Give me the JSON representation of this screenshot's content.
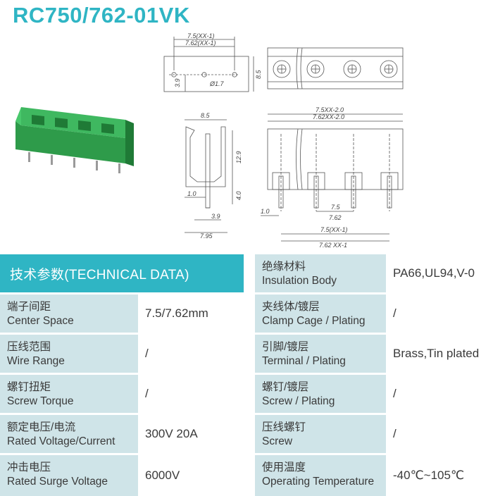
{
  "title": "RC750/762-01VK",
  "drawing_labels": {
    "top_pitch_a": "7.5(XX-1)",
    "top_pitch_b": "7.62(XX-1)",
    "top_hole_dia": "Ø1.7",
    "top_hole_offset": "3.9",
    "top_height": "8.5",
    "side_width": "8.5",
    "side_height": "12.9",
    "side_pin": "4.0",
    "side_pin_dia": "1.0",
    "side_offset": "3.9",
    "side_base": "7.95",
    "front_total_a": "7.5XX-2.0",
    "front_total_b": "7.62XX-2.0",
    "front_pin_dia": "1.0",
    "front_pitch_a": "7.5",
    "front_pitch_b": "7.62",
    "front_bottom_a": "7.5(XX-1)",
    "front_bottom_b": "7.62 XX-1"
  },
  "colors": {
    "accent": "#2fb5c4",
    "label_bg": "#cfe4e8",
    "connector_green": "#2e9b4a"
  },
  "spec": {
    "header": "技术参数(TECHNICAL DATA)",
    "left_rows": [
      {
        "cn": "端子间距",
        "en": "Center Space",
        "value": "7.5/7.62mm"
      },
      {
        "cn": "压线范围",
        "en": "Wire Range",
        "value": "/"
      },
      {
        "cn": "螺钉扭矩",
        "en": "Screw Torque",
        "value": "/"
      },
      {
        "cn": "额定电压/电流",
        "en": "Rated Voltage/Current",
        "value": "300V 20A"
      },
      {
        "cn": "冲击电压",
        "en": "Rated Surge Voltage",
        "value": "6000V"
      }
    ],
    "right_rows": [
      {
        "cn": "绝缘材料",
        "en": "Insulation Body",
        "value": "PA66,UL94,V-0"
      },
      {
        "cn": "夹线体/镀层",
        "en": "Clamp Cage / Plating",
        "value": "/"
      },
      {
        "cn": "引脚/镀层",
        "en": "Terminal / Plating",
        "value": "Brass,Tin plated"
      },
      {
        "cn": "螺钉/镀层",
        "en": "Screw / Plating",
        "value": "/"
      },
      {
        "cn": "压线螺钉",
        "en": "Screw",
        "value": "/"
      },
      {
        "cn": "使用温度",
        "en": "Operating Temperature",
        "value": "-40℃~105℃"
      }
    ]
  }
}
